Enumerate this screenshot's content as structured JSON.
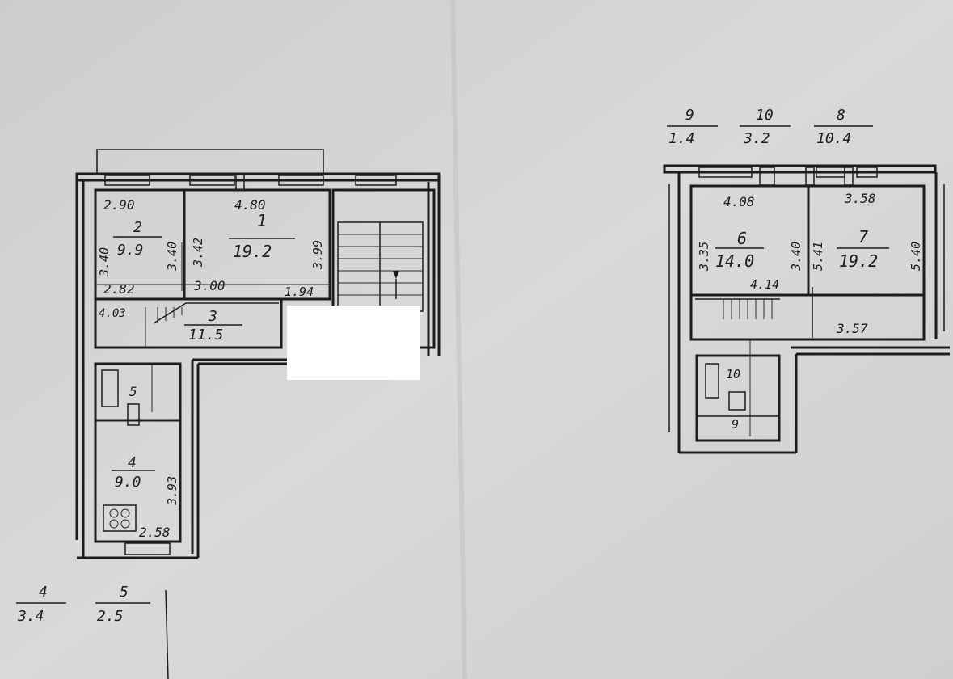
{
  "plan_left": {
    "room_1": {
      "number": "1",
      "area": "19.2"
    },
    "room_2": {
      "number": "2",
      "area": "9.9"
    },
    "room_3": {
      "number": "3",
      "area": "11.5"
    },
    "room_4": {
      "number": "4",
      "area": "9.0"
    },
    "room_5": {
      "number": "5"
    },
    "dims": {
      "d_290": "2.90",
      "d_480": "4.80",
      "d_282": "2.82",
      "d_300": "3.00",
      "d_194": "1.94",
      "d_258": "2.58",
      "d_403": "4.03",
      "d_340": "3.40",
      "d_340b": "3.40",
      "d_342": "3.42",
      "d_399": "3.99",
      "d_393": "3.93"
    }
  },
  "plan_right": {
    "room_6": {
      "number": "6",
      "area": "14.0"
    },
    "room_7": {
      "number": "7",
      "area": "19.2"
    },
    "room_9": {
      "number": "9"
    },
    "room_10": {
      "number": "10"
    },
    "dims": {
      "d_408": "4.08",
      "d_358": "3.58",
      "d_335": "3.35",
      "d_340r": "3.40",
      "d_540": "5.40",
      "d_541": "5.41",
      "d_414": "4.14",
      "d_357": "3.57"
    }
  },
  "legend_top": [
    {
      "number": "9",
      "area": "1.4"
    },
    {
      "number": "10",
      "area": "3.2"
    },
    {
      "number": "8",
      "area": "10.4"
    }
  ],
  "legend_bottom": [
    {
      "number": "4",
      "area": "3.4"
    },
    {
      "number": "5",
      "area": "2.5"
    }
  ]
}
